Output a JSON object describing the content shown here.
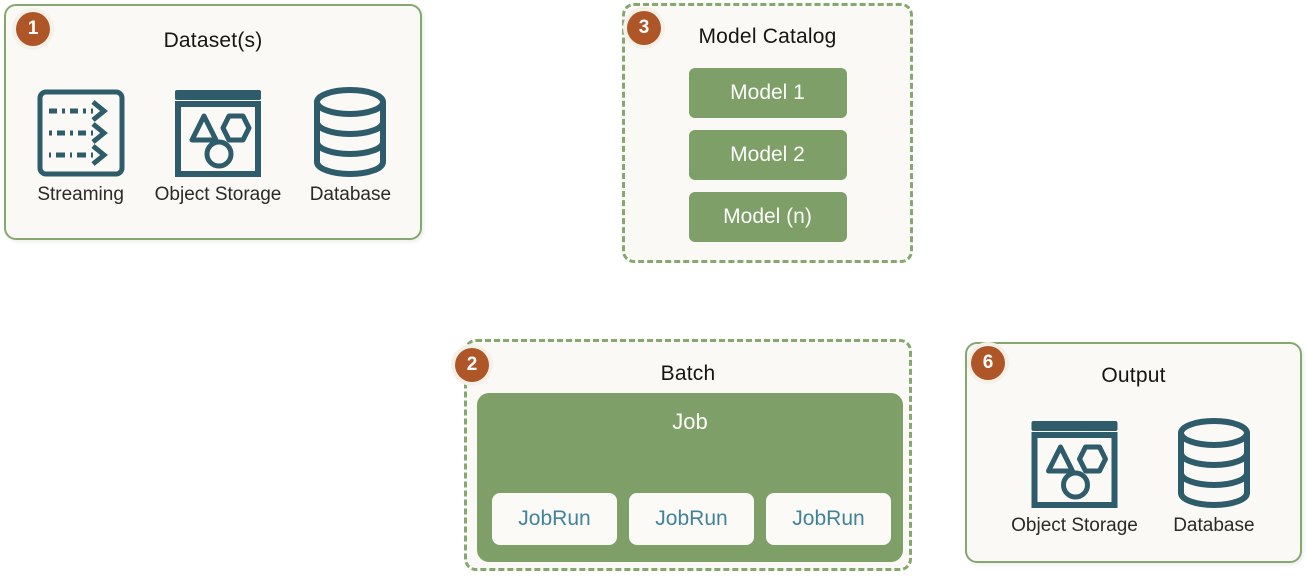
{
  "colors": {
    "badge_background": "#ae5627",
    "green_fill": "#7e9f68",
    "green_border": "#85a86f",
    "panel_background": "#faf9f5",
    "icon_teal": "#2e5c6b",
    "jobrun_text": "#41839a",
    "title_text": "#161513"
  },
  "panels": {
    "datasets": {
      "badge": "1",
      "title": "Dataset(s)",
      "items": [
        {
          "icon": "streaming-icon",
          "label": "Streaming"
        },
        {
          "icon": "object-storage-icon",
          "label": "Object Storage"
        },
        {
          "icon": "database-icon",
          "label": "Database"
        }
      ]
    },
    "model_catalog": {
      "badge": "3",
      "title": "Model Catalog",
      "models": [
        "Model 1",
        "Model 2",
        "Model (n)"
      ]
    },
    "batch": {
      "badge": "2",
      "title": "Batch",
      "job_label": "Job",
      "job_runs": [
        "JobRun",
        "JobRun",
        "JobRun"
      ]
    },
    "output": {
      "badge": "6",
      "title": "Output",
      "items": [
        {
          "icon": "object-storage-icon",
          "label": "Object Storage"
        },
        {
          "icon": "database-icon",
          "label": "Database"
        }
      ]
    }
  }
}
